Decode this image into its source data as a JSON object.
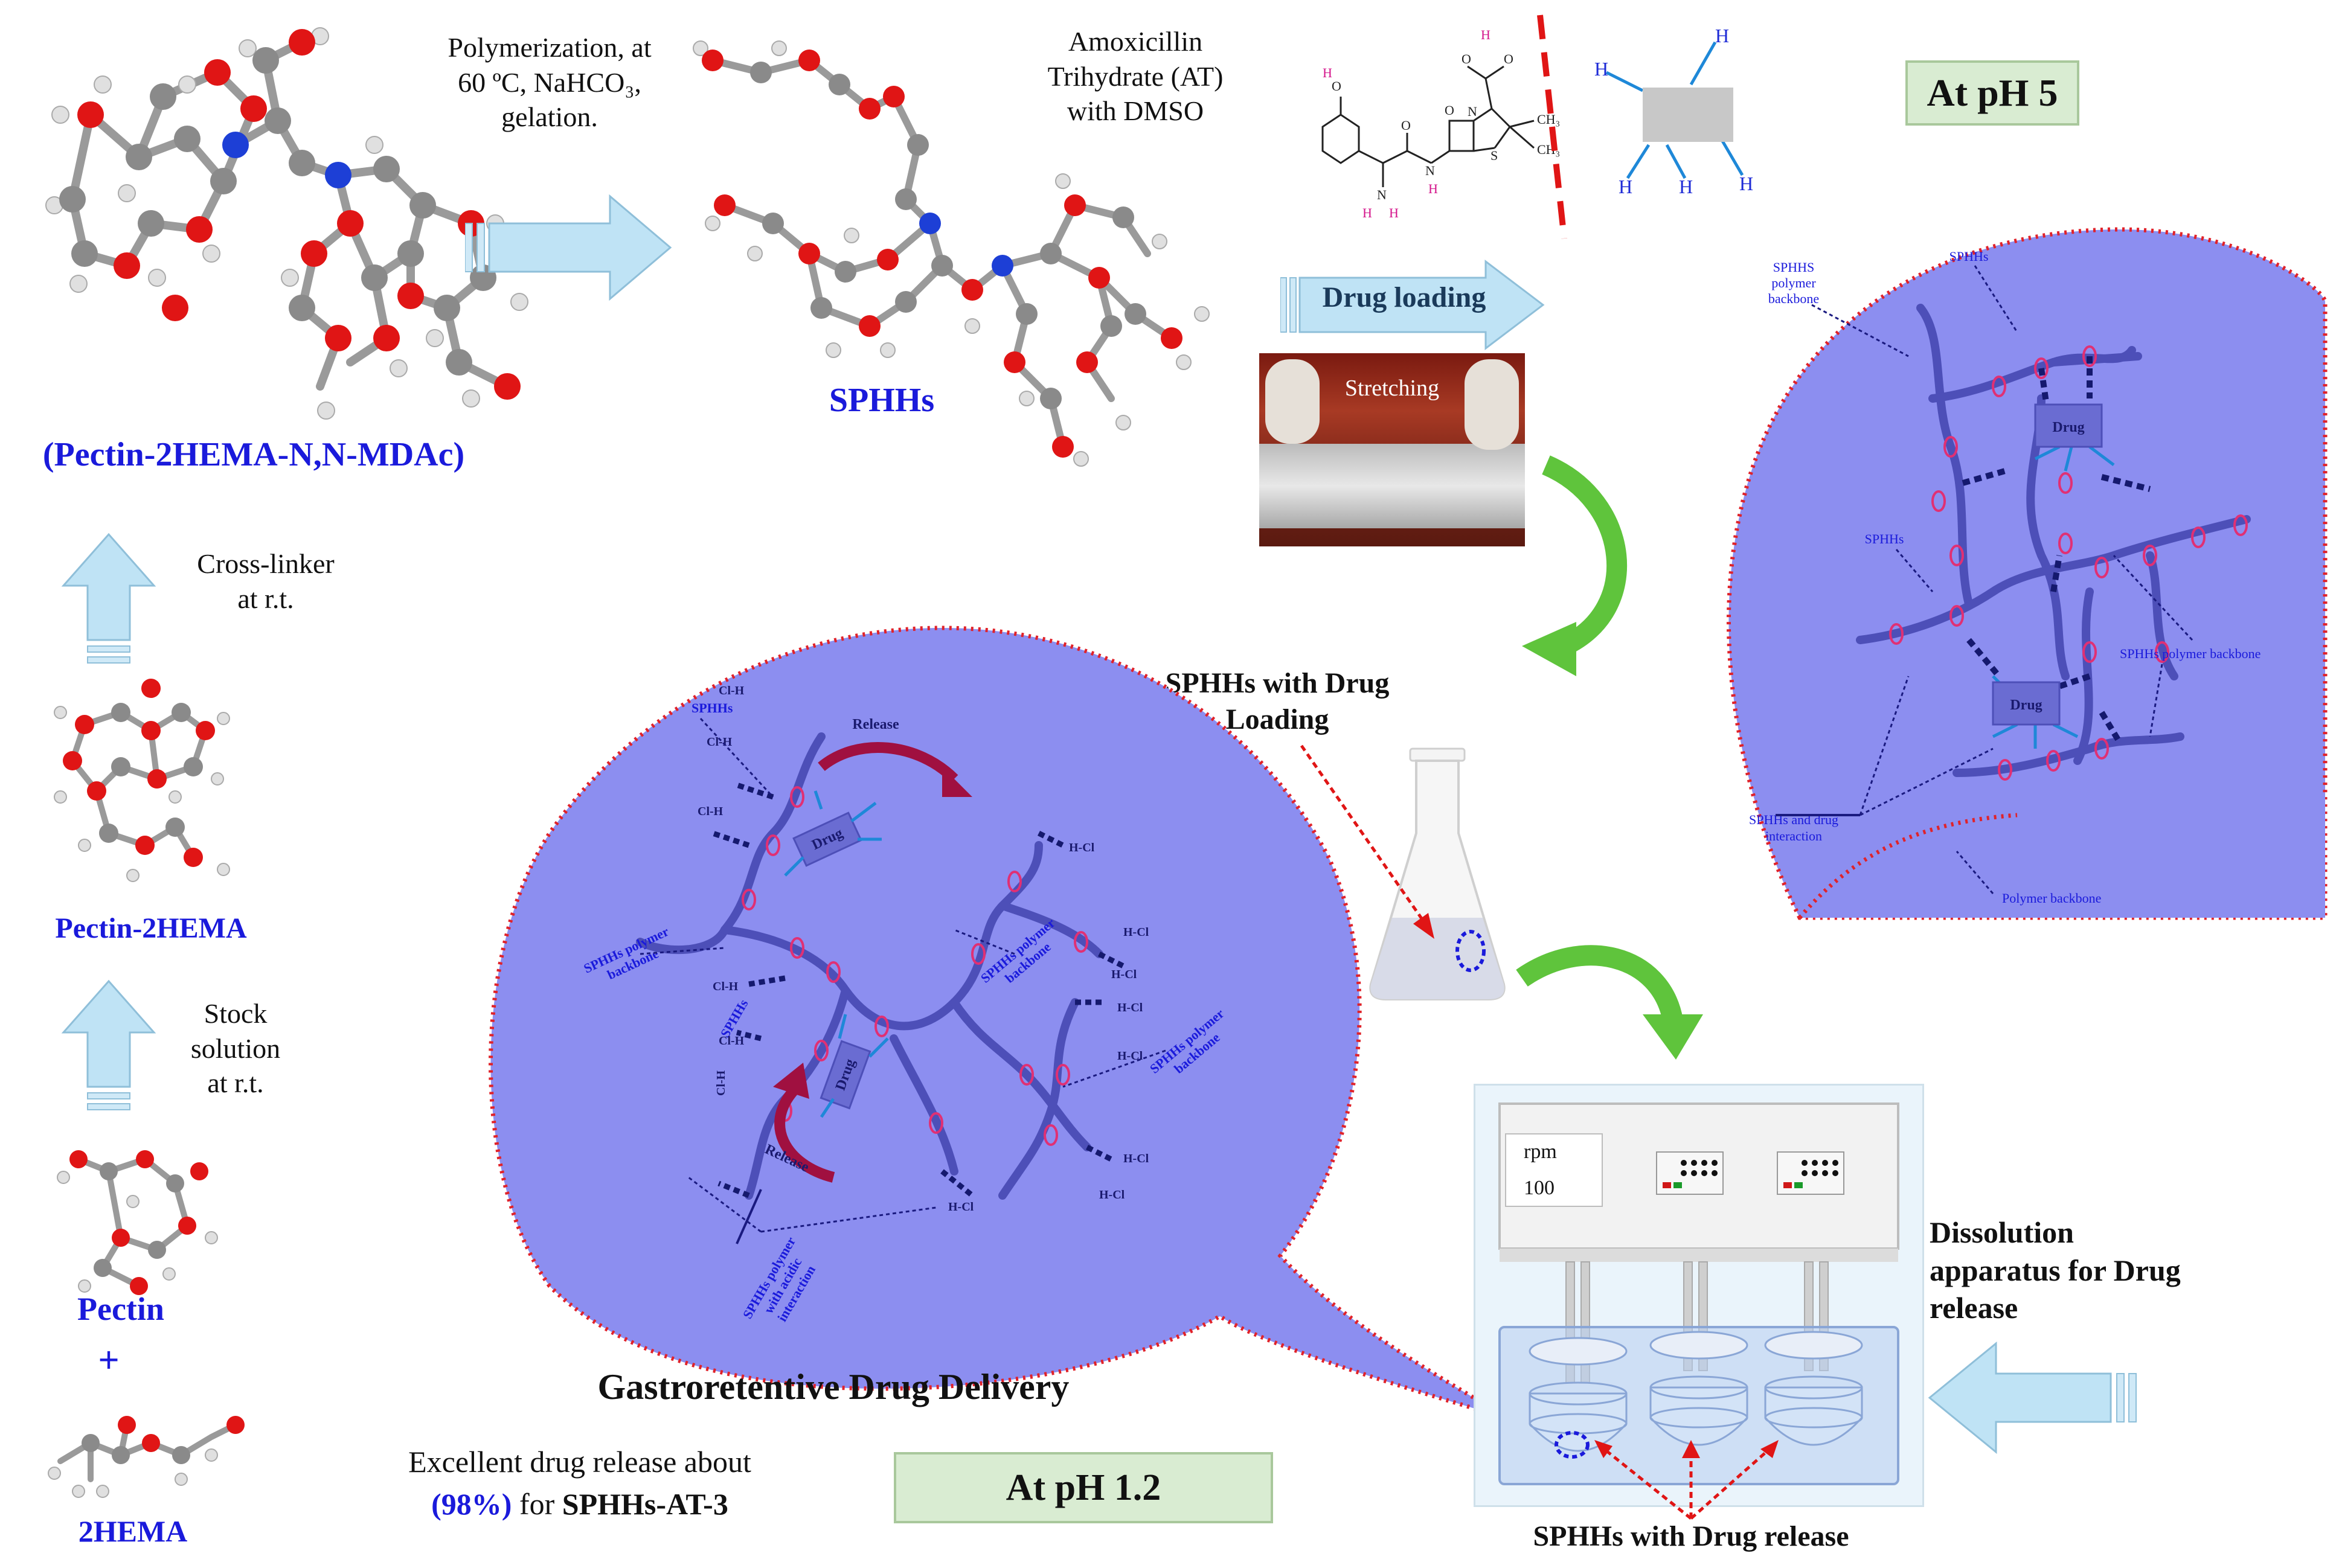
{
  "labels": {
    "pectin_2hema_n_n_mdac": "(Pectin-2HEMA-N,N-MDAc)",
    "polymerization": [
      "Polymerization,  at",
      "60 ºC, NaHCO₃,",
      "gelation."
    ],
    "sphhs_top": "SPHHs",
    "amoxicillin": [
      "Amoxicillin",
      "Trihydrate  (AT)",
      "with DMSO"
    ],
    "at_ph5": "At pH 5",
    "drug_loading": "Drug loading",
    "stretching": "Stretching",
    "cross_linker": [
      "Cross-linker",
      "at r.t."
    ],
    "pectin_2hema": "Pectin-2HEMA",
    "stock_solution": [
      "Stock",
      "solution",
      "at r.t."
    ],
    "pectin": "Pectin",
    "plus": "+",
    "hema2": "2HEMA",
    "sphhs_with_drug_loading": [
      "SPHHs with Drug",
      "Loading"
    ],
    "gastroretentive": "Gastroretentive Drug Delivery",
    "excellent_line1": "Excellent  drug release about",
    "excellent_pct": "(98%)",
    "excellent_for": " for ",
    "excellent_sample": "SPHHs-AT-3",
    "at_ph12": "At pH 1.2",
    "dissolution": [
      "Dissolution",
      "apparatus for Drug",
      "release"
    ],
    "sphhs_with_drug_release": "SPHHs with Drug release",
    "rpm": "rpm",
    "rpm_value": "100"
  },
  "ph5_bubble": {
    "sphhs_backbone": [
      "SPHHS",
      "polymer",
      "backbone"
    ],
    "sphhs": "SPHHs",
    "sphhs_2": "SPHHs",
    "drug_1": "Drug",
    "drug_2": "Drug",
    "sphhs_polymer_backbone": "SPHHs polymer backbone",
    "interaction": [
      "SPHHs and drug",
      "interaction"
    ],
    "polymer_backbone": "Polymer backbone",
    "h": "H"
  },
  "ph12_bubble": {
    "release_top": "Release",
    "release_bottom": "Release",
    "sphhs_1": "SPHHs",
    "sphhs_2": "SPHHs",
    "backbone_left": [
      "SPHHs polymer",
      "backbone"
    ],
    "backbone_mid": [
      "SPHHs polymer",
      "backbone"
    ],
    "backbone_right": [
      "SPHHs polymer",
      "backbone"
    ],
    "acidic": [
      "SPHHs polymer",
      "with acidic",
      "interaction"
    ],
    "drug_1": "Drug",
    "drug_2": "Drug",
    "hcl": "H-Cl",
    "clh": "Cl-H"
  },
  "amox_atoms": {
    "o": "O",
    "h": "H",
    "n": "N",
    "s": "S",
    "ch3": "CH₃"
  },
  "colors": {
    "bubble_fill": "#8c8ef0",
    "bubble_border": "#e0222a",
    "arrow_blue": "#bfe3f5",
    "arrow_green": "#5fc43c",
    "label_blue": "#1a1adb",
    "ph_box": "#d9ecd2"
  }
}
